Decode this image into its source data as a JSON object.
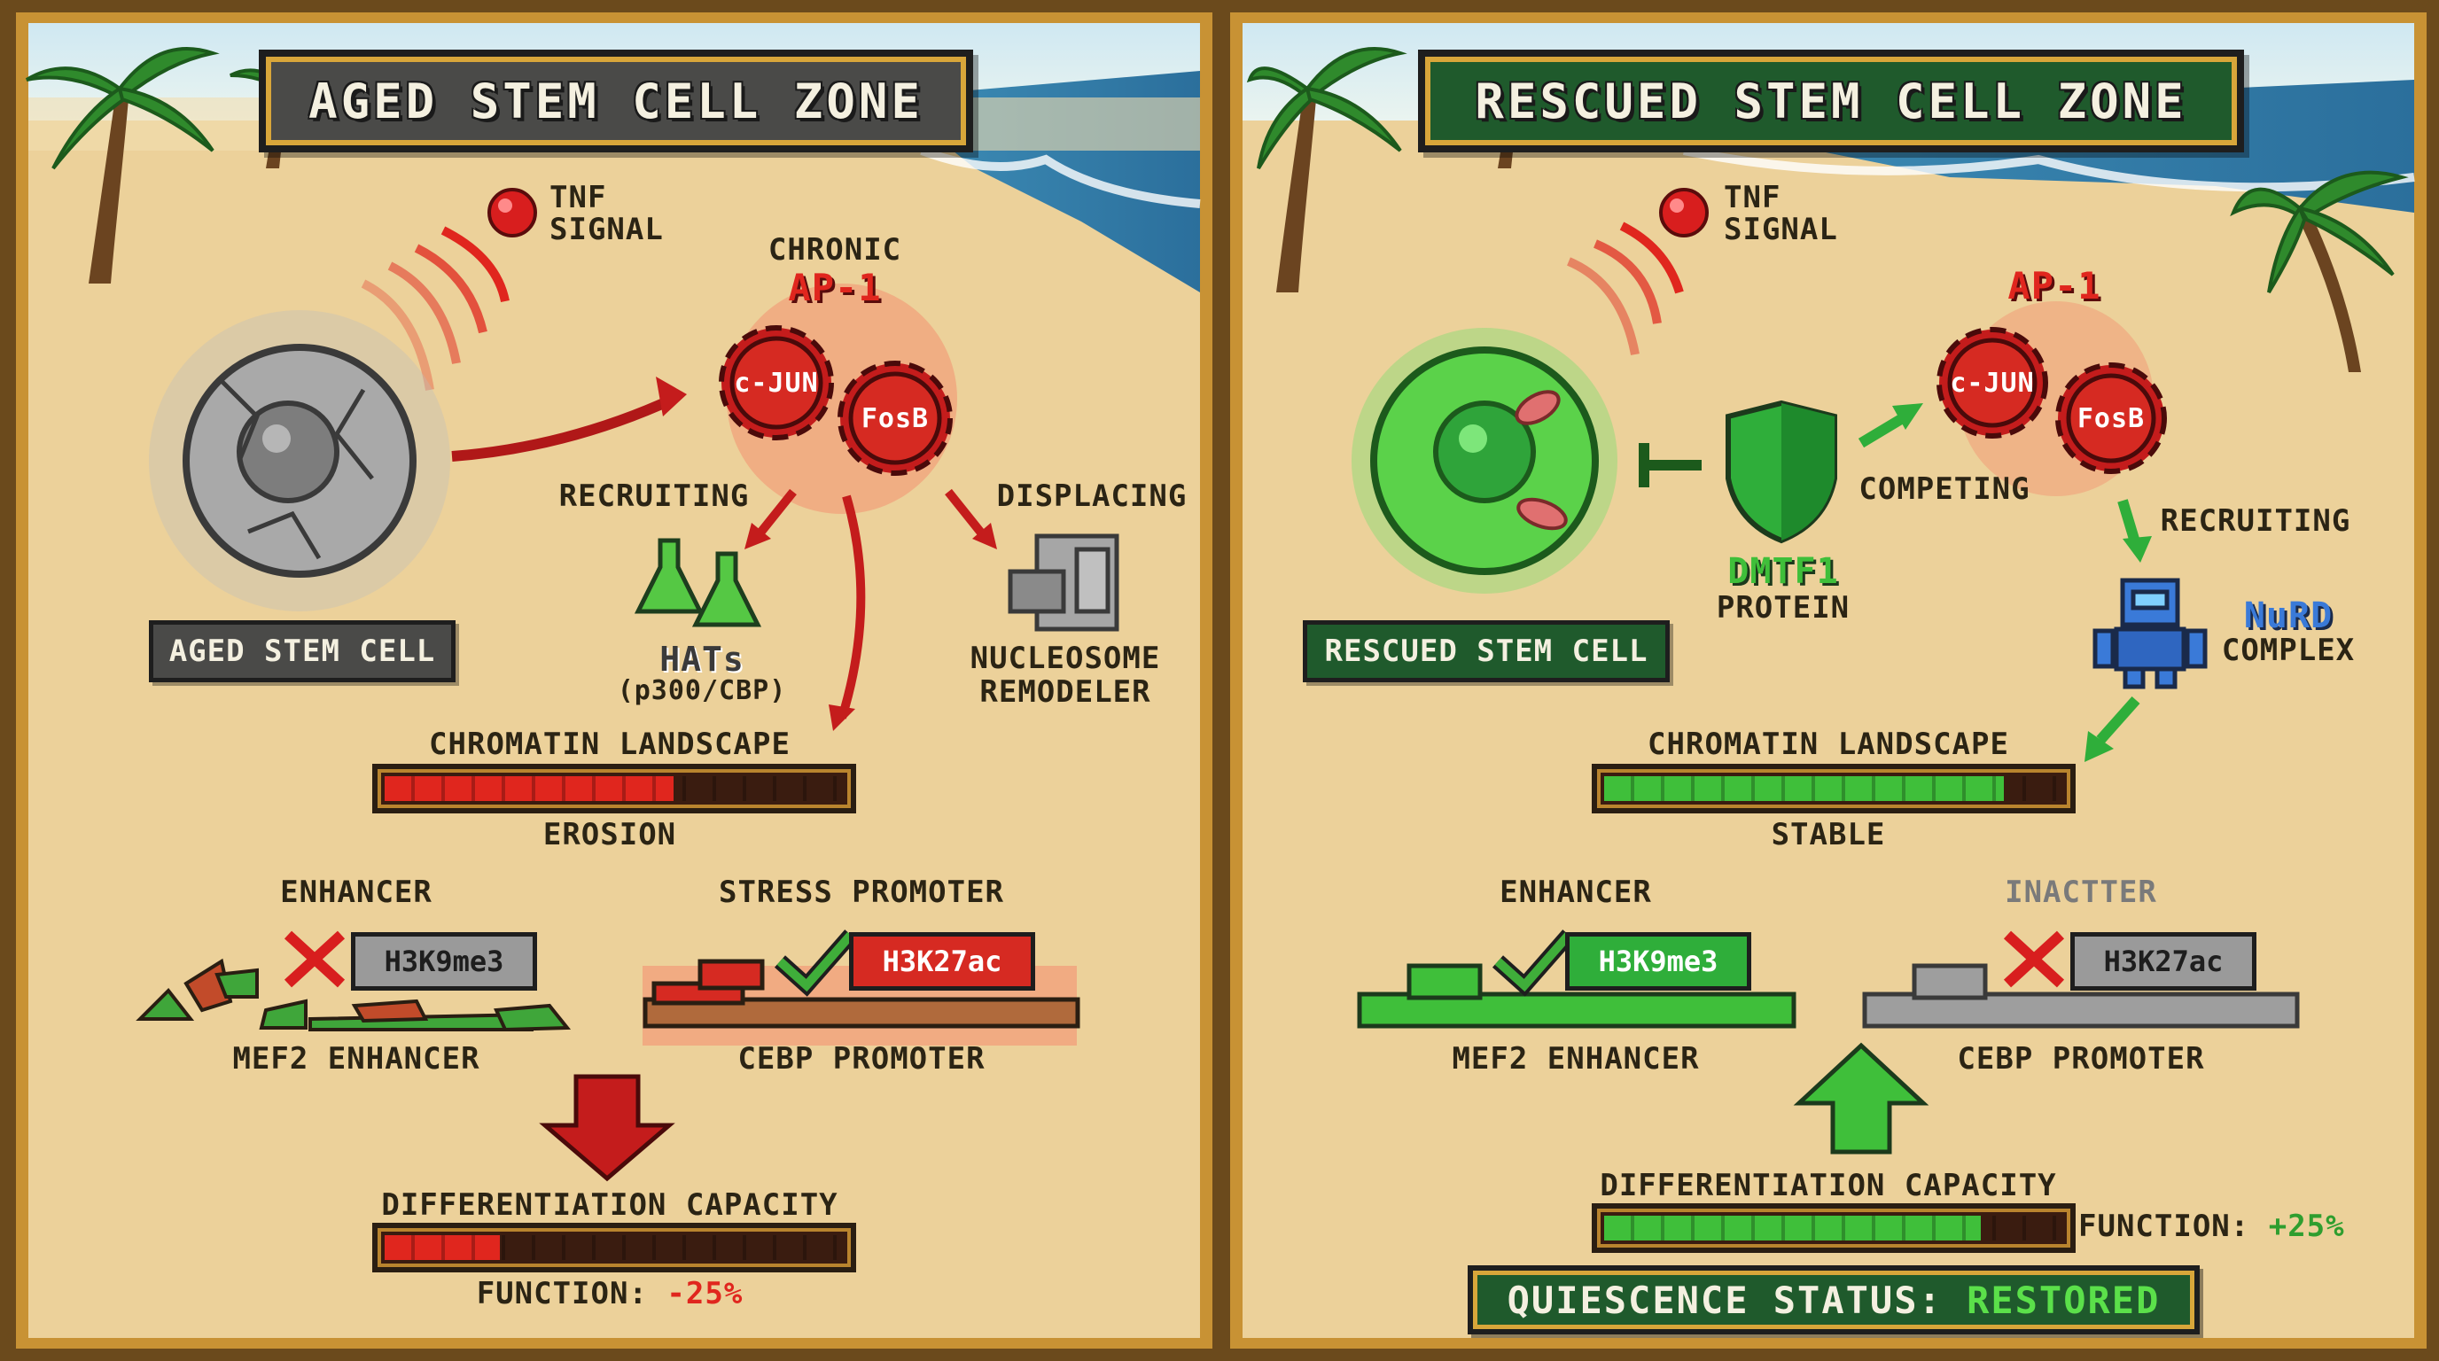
{
  "colors": {
    "sand": "#ecd19a",
    "frame": "#c89234",
    "red_accent": "#e0261e",
    "green_accent": "#2fb23c",
    "title_left_bg": "#4a4a48",
    "title_right_bg": "#1f5a2c",
    "negative_text": "#e0261e",
    "positive_text": "#2f9e2f"
  },
  "left": {
    "title": "AGED STEM CELL ZONE",
    "signal_line1": "TNF",
    "signal_line2": "SIGNAL",
    "ap1_prefix": "CHRONIC",
    "ap1_name": "AP-1",
    "gear1": "c-JUN",
    "gear2": "FosB",
    "recruiting": "RECRUITING",
    "displacing": "DISPLACING",
    "hats_name": "HATs",
    "hats_sub": "(p300/CBP)",
    "remodeler_line1": "NUCLEOSOME",
    "remodeler_line2": "REMODELER",
    "cell_label": "AGED STEM CELL",
    "chromatin_label": "CHROMATIN LANDSCAPE",
    "chromatin_state": "EROSION",
    "chromatin_level": 0.63,
    "enhancer_label": "ENHANCER",
    "enhancer_mark": "H3K9me3",
    "enhancer_name": "MEF2 ENHANCER",
    "promoter_label": "STRESS PROMOTER",
    "promoter_mark": "H3K27ac",
    "promoter_name": "CEBP PROMOTER",
    "diff_label": "DIFFERENTIATION CAPACITY",
    "diff_level": 0.25,
    "function_label": "FUNCTION:",
    "function_value": "-25%"
  },
  "right": {
    "title": "RESCUED STEM CELL ZONE",
    "signal_line1": "TNF",
    "signal_line2": "SIGNAL",
    "ap1_name": "AP-1",
    "gear1": "c-JUN",
    "gear2": "FosB",
    "competing": "COMPETING",
    "recruiting": "RECRUITING",
    "dmtf1_name": "DMTF1",
    "dmtf1_sub": "PROTEIN",
    "nurd_name": "NuRD",
    "nurd_sub": "COMPLEX",
    "cell_label": "RESCUED STEM CELL",
    "chromatin_label": "CHROMATIN LANDSCAPE",
    "chromatin_state": "STABLE",
    "chromatin_level": 0.87,
    "enhancer_label": "ENHANCER",
    "enhancer_mark": "H3K9me3",
    "enhancer_name": "MEF2 ENHANCER",
    "promoter_label": "INACTTER",
    "promoter_mark": "H3K27ac",
    "promoter_name": "CEBP PROMOTER",
    "diff_label": "DIFFERENTIATION CAPACITY",
    "diff_level": 0.82,
    "function_label": "FUNCTION:",
    "function_value": "+25%",
    "status_label": "QUIESCENCE STATUS:",
    "status_value": "RESTORED"
  }
}
